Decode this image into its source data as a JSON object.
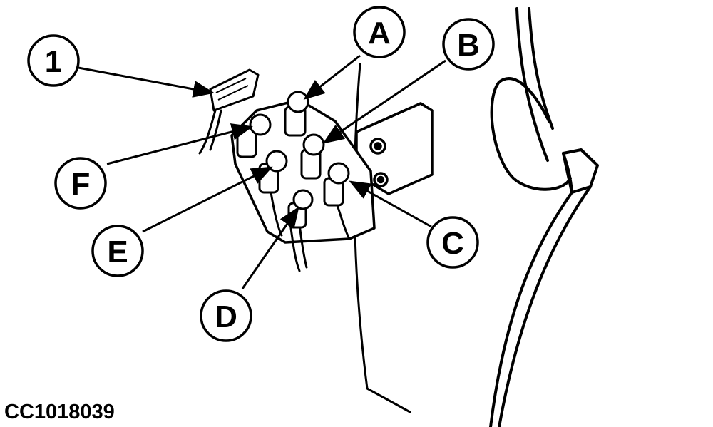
{
  "figure_id": "CC1018039",
  "callouts": {
    "one": "1",
    "a": "A",
    "b": "B",
    "c": "C",
    "d": "D",
    "e": "E",
    "f": "F"
  }
}
